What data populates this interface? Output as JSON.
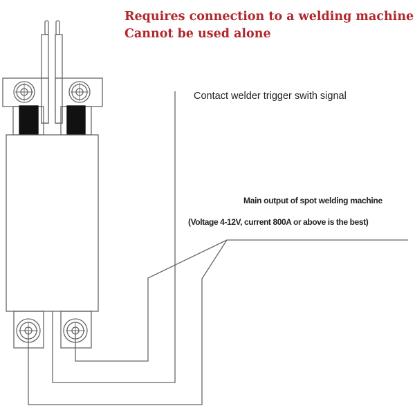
{
  "notice": {
    "line1": "Requires connection to a welding machine",
    "line2": "Cannot be used alone",
    "color": "#b0282c"
  },
  "labels": {
    "trigger_signal": "Contact welder trigger swith signal",
    "main_output": "Main output of spot welding machine",
    "main_output_spec": "(Voltage 4-12V, current 800A or above is the best)"
  }
}
